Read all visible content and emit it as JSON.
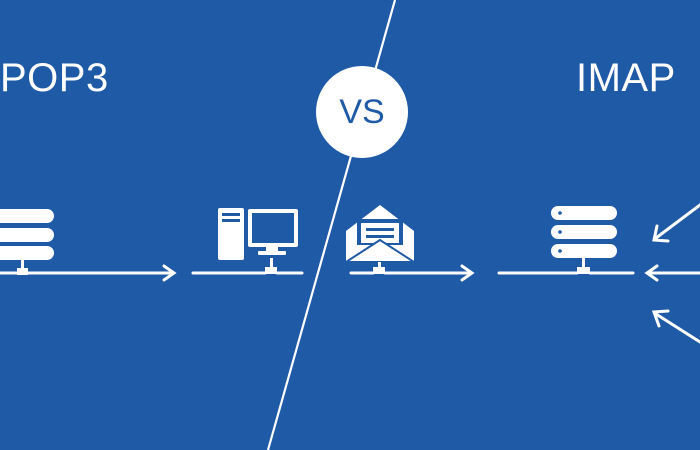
{
  "colors": {
    "background": "#1f5aa6",
    "foreground": "#ffffff"
  },
  "left_panel": {
    "title": "POP3"
  },
  "center": {
    "vs_label": "VS"
  },
  "right_panel": {
    "title": "IMAP"
  },
  "icons": [
    "server-icon",
    "computer-icon",
    "envelope-icon",
    "server-icon",
    "arrow-icon"
  ]
}
